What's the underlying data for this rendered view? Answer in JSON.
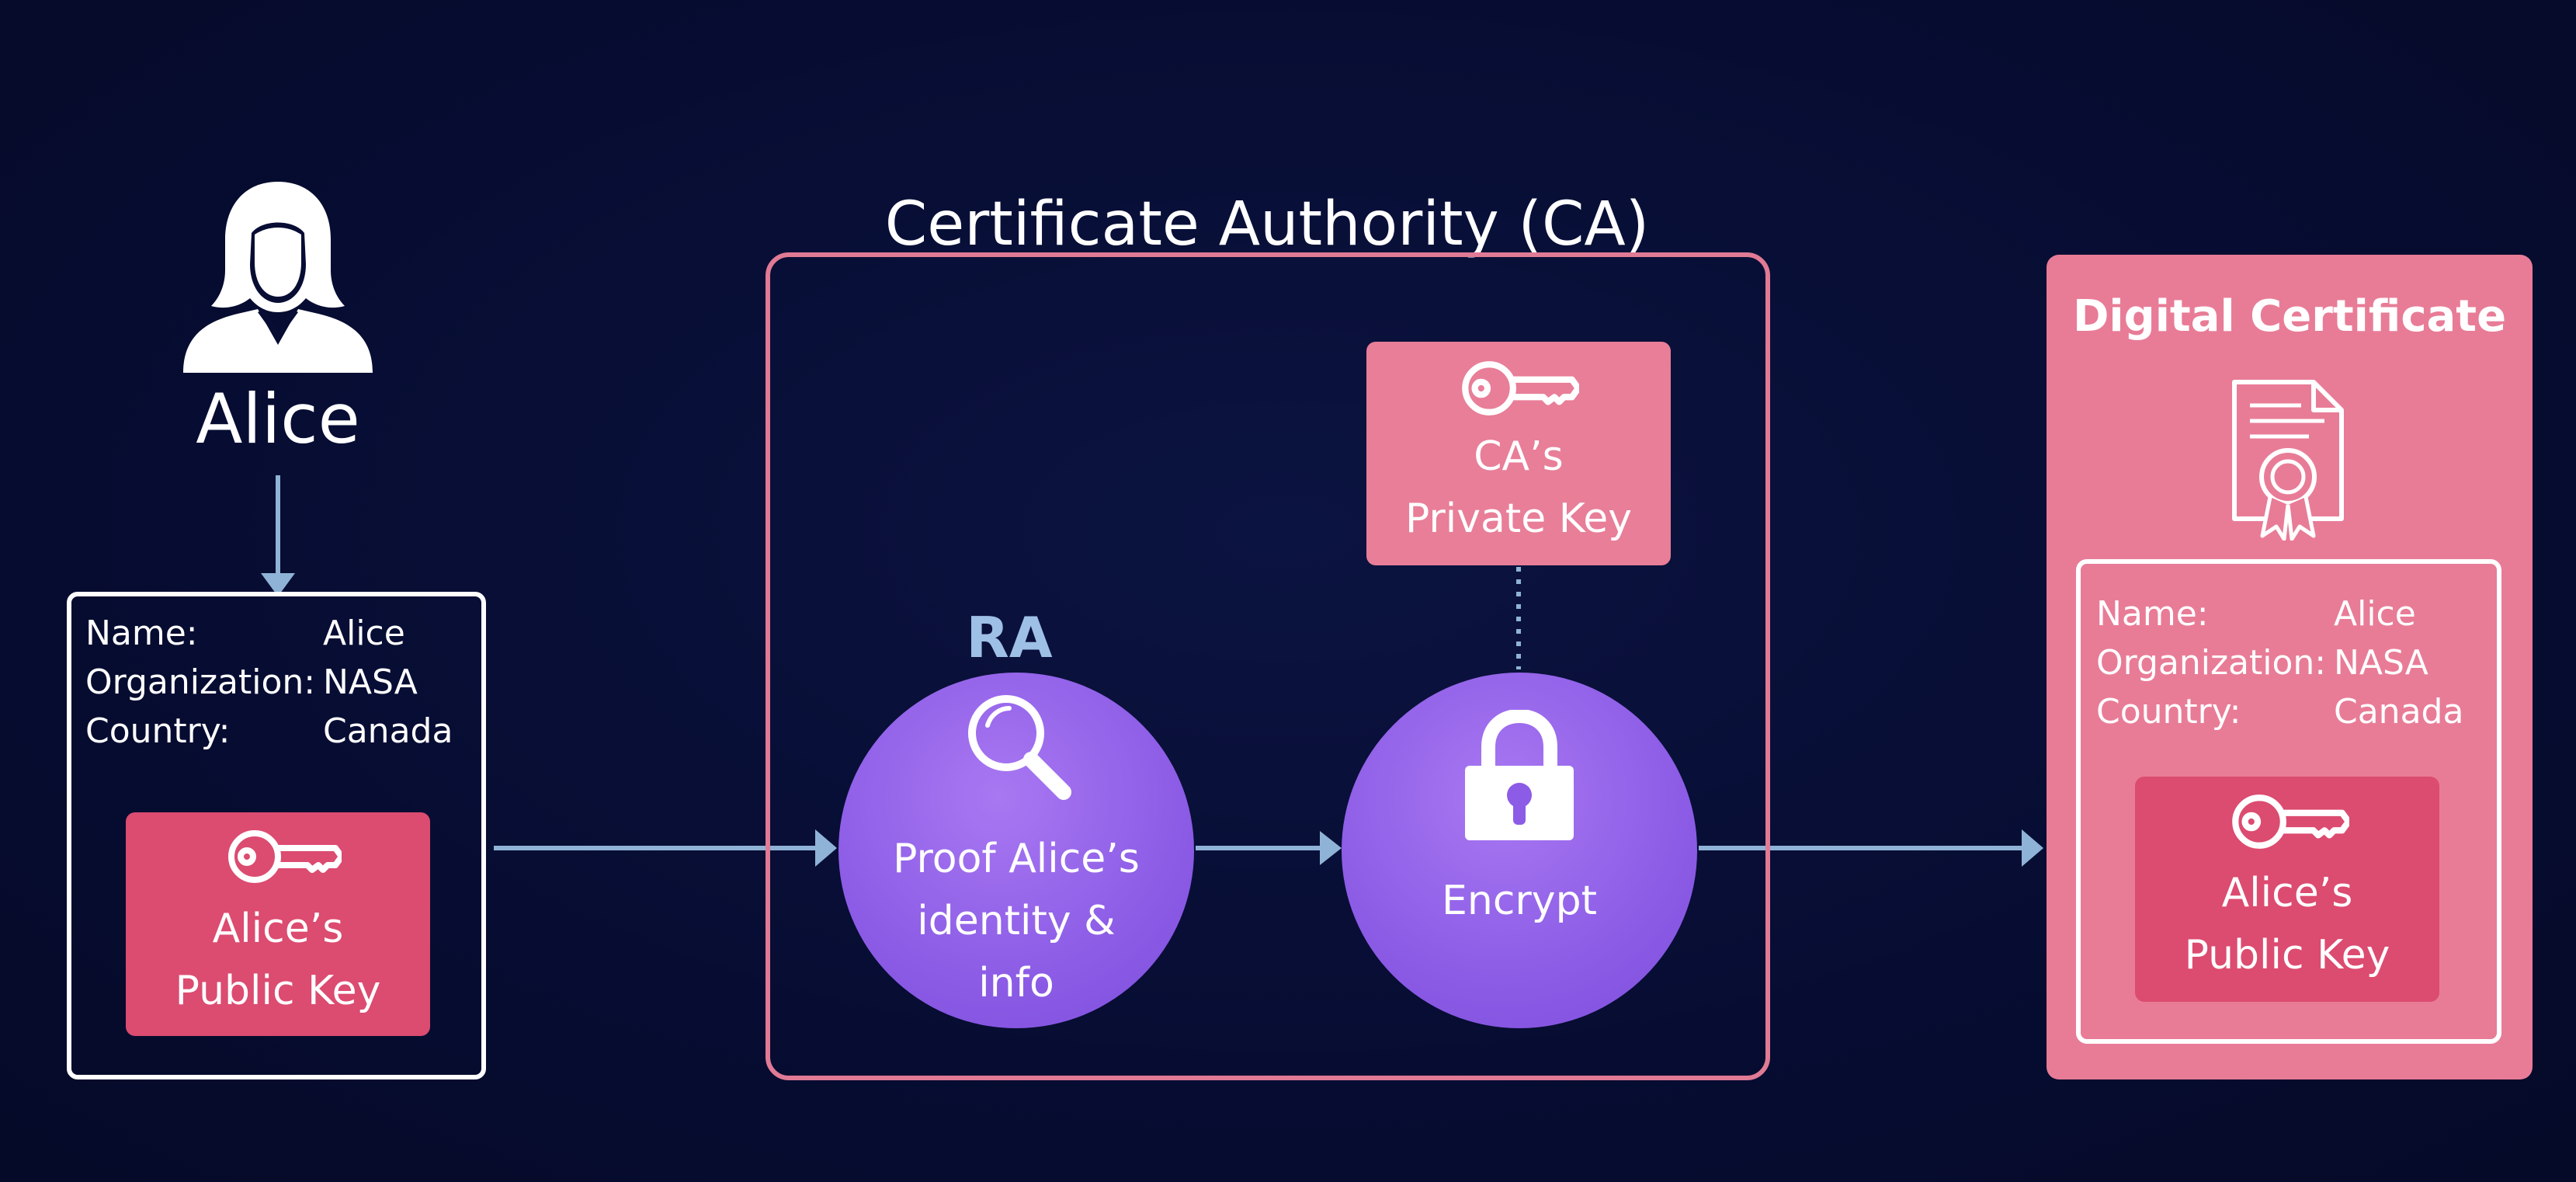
{
  "alice": {
    "name": "Alice",
    "icon": "person-icon"
  },
  "request_card": {
    "rows": [
      {
        "label": "Name:",
        "value": "Alice"
      },
      {
        "label": "Organization:",
        "value": "NASA"
      },
      {
        "label": "Country:",
        "value": "Canada"
      }
    ],
    "key_line1": "Alice’s",
    "key_line2": "Public Key"
  },
  "ca": {
    "title": "Certificate Authority (CA)",
    "ra_label": "RA",
    "ra_line1": "Proof Alice’s",
    "ra_line2": "identity &",
    "ra_line3": "info",
    "private_key_line1": "CA’s",
    "private_key_line2": "Private Key",
    "encrypt_label": "Encrypt"
  },
  "certificate": {
    "title": "Digital Certificate",
    "icon": "certificate-icon",
    "rows": [
      {
        "label": "Name:",
        "value": "Alice"
      },
      {
        "label": "Organization:",
        "value": "NASA"
      },
      {
        "label": "Country:",
        "value": "Canada"
      }
    ],
    "key_line1": "Alice’s",
    "key_line2": "Public Key"
  },
  "colors": {
    "background": "#070d33",
    "ca_border": "#e07a95",
    "key_red": "#dc4b70",
    "key_pink": "#e87e98",
    "purple": "#8c5ce6",
    "arrow": "#8fb3d6",
    "ra_label": "#9fc0e6"
  }
}
